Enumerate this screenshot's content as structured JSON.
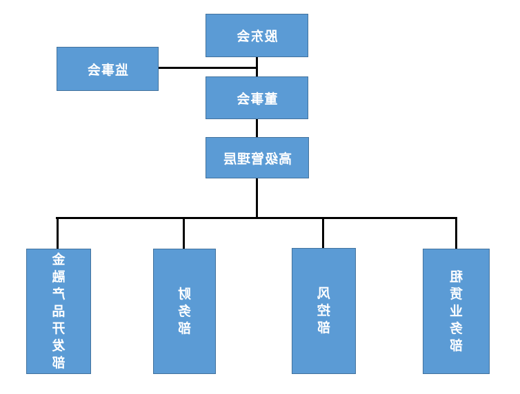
{
  "org_chart": {
    "colors": {
      "node_fill": "#5b9bd5",
      "node_border": "#41719c",
      "node_text": "#ffffff",
      "connector": "#000000",
      "background": "#ffffff"
    },
    "nodes": {
      "shareholders_meeting": {
        "label": "股东会"
      },
      "supervisory_board": {
        "label": "监事会"
      },
      "board_of_directors": {
        "label": "董事会"
      },
      "senior_management": {
        "label": "高级管理层"
      },
      "financial_product_dev_dept": {
        "label": "金融产品开发部"
      },
      "finance_dept": {
        "label": "财务部"
      },
      "risk_control_dept": {
        "label": "风控部"
      },
      "leasing_business_dept": {
        "label": "租赁业务部"
      }
    },
    "edges": [
      {
        "from": "股东会",
        "to": "董事会"
      },
      {
        "from": "监事会",
        "to": "董事会"
      },
      {
        "from": "董事会",
        "to": "高级管理层"
      },
      {
        "from": "高级管理层",
        "to": "金融产品开发部"
      },
      {
        "from": "高级管理层",
        "to": "财务部"
      },
      {
        "from": "高级管理层",
        "to": "风控部"
      },
      {
        "from": "高级管理层",
        "to": "租赁业务部"
      }
    ]
  }
}
